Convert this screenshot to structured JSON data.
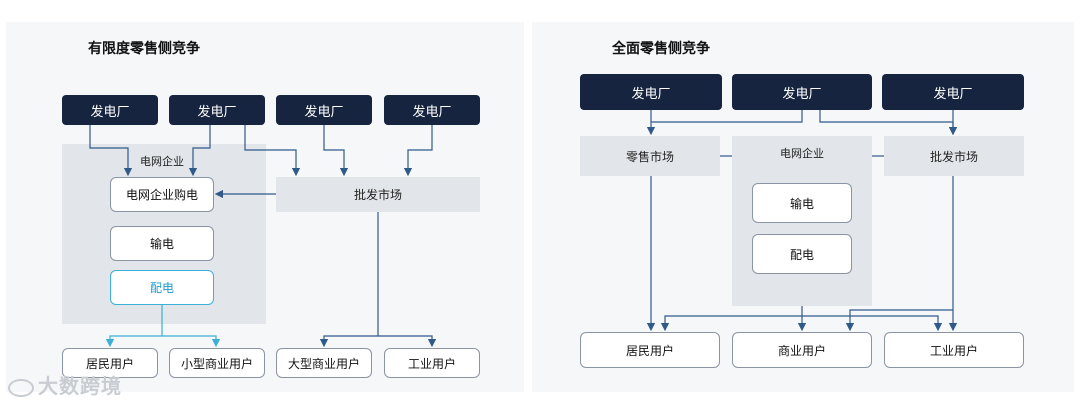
{
  "left": {
    "title": "有限度零售侧竞争",
    "plants": [
      "发电厂",
      "发电厂",
      "发电厂",
      "发电厂"
    ],
    "grid_label": "电网企业",
    "grid_purchase": "电网企业购电",
    "transmission": "输电",
    "distribution": "配电",
    "wholesale": "批发市场",
    "users": [
      "居民用户",
      "小型商业用户",
      "大型商业用户",
      "工业用户"
    ]
  },
  "right": {
    "title": "全面零售侧竞争",
    "plants": [
      "发电厂",
      "发电厂",
      "发电厂"
    ],
    "retail": "零售市场",
    "grid_label": "电网企业",
    "wholesale": "批发市场",
    "transmission": "输电",
    "distribution": "配电",
    "users": [
      "居民用户",
      "商业用户",
      "工业用户"
    ]
  },
  "watermark": "大数跨境",
  "colors": {
    "dark_box": "#172440",
    "region": "#e2e5ea",
    "line": "#2f5a8a",
    "cyan": "#3ab0d8"
  }
}
